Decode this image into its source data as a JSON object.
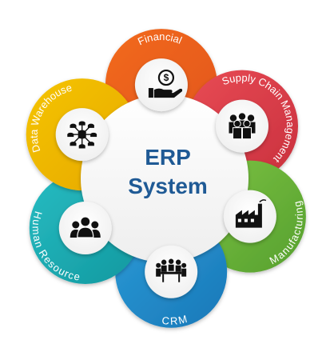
{
  "center": {
    "line1": "ERP",
    "line2": "System",
    "color": "#1f5a95"
  },
  "modules": [
    {
      "key": "financial",
      "label": "Financial",
      "icon": "money-hand-icon",
      "color": "#f26a1b",
      "color_dark": "#e2551a"
    },
    {
      "key": "supply-chain",
      "label": "Supply Chain Management",
      "icon": "people-group-icon",
      "color": "#e84b55",
      "color_dark": "#c9303d"
    },
    {
      "key": "manufacturing",
      "label": "Manufacturing",
      "icon": "factory-icon",
      "color": "#7cc242",
      "color_dark": "#56a02f"
    },
    {
      "key": "crm",
      "label": "CRM",
      "icon": "meeting-table-icon",
      "color": "#2a9bd7",
      "color_dark": "#1a78b8"
    },
    {
      "key": "human-resource",
      "label": "Human Resource",
      "icon": "team-icon",
      "color": "#27bcc2",
      "color_dark": "#12989f"
    },
    {
      "key": "data-warehouse",
      "label": "Data Warehouse",
      "icon": "network-nodes-icon",
      "color": "#f5c400",
      "color_dark": "#e6a800"
    }
  ]
}
